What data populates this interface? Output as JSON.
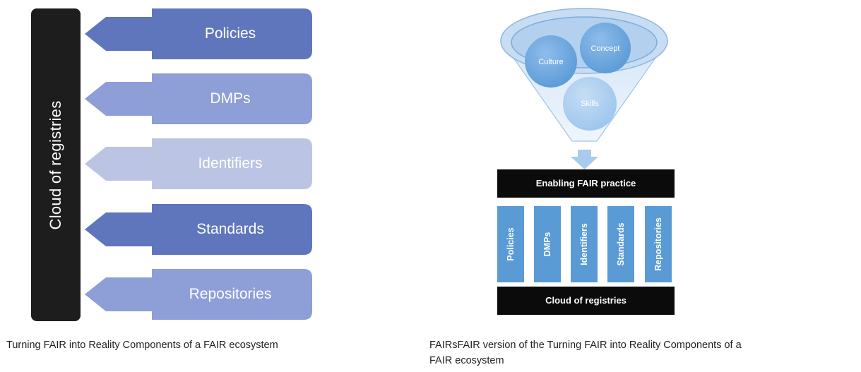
{
  "left_diagram": {
    "bar_label": "Cloud of registries",
    "items": [
      {
        "label": "Policies",
        "color": "#5f76bd"
      },
      {
        "label": "DMPs",
        "color": "#8e9ed6"
      },
      {
        "label": "Identifiers",
        "color": "#bcc4e4"
      },
      {
        "label": "Standards",
        "color": "#5f76bd"
      },
      {
        "label": "Repositories",
        "color": "#8e9ed6"
      }
    ],
    "caption": "Turning FAIR into Reality Components of a FAIR ecosystem"
  },
  "right_diagram": {
    "bubbles": [
      "Culture",
      "Concept",
      "Skills"
    ],
    "top_bar": "Enabling FAIR practice",
    "columns": [
      "Policies",
      "DMPs",
      "Identifiers",
      "Standards",
      "Repositories"
    ],
    "bottom_bar": "Cloud of registries",
    "column_color": "#5b9bd5",
    "caption_line1": "FAIRsFAIR version of the Turning FAIR into Reality Components of a",
    "caption_line2": "FAIR ecosystem"
  }
}
